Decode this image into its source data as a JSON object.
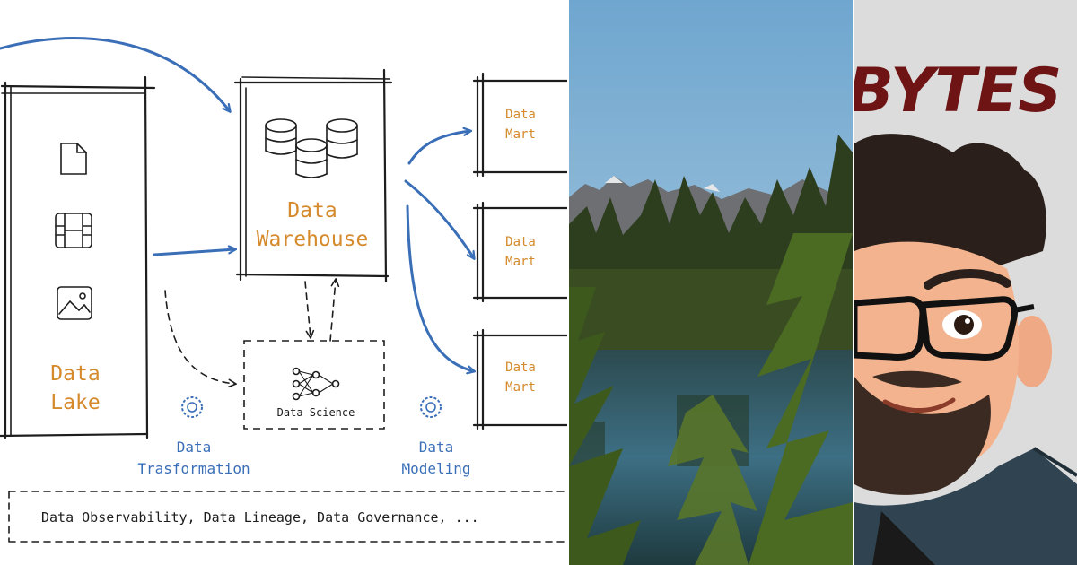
{
  "diagram": {
    "data_lake": {
      "line1": "Data",
      "line2": "Lake"
    },
    "data_warehouse": {
      "line1": "Data",
      "line2": "Warehouse"
    },
    "data_marts": [
      {
        "line1": "Data",
        "line2": "Mart"
      },
      {
        "line1": "Data",
        "line2": "Mart"
      },
      {
        "line1": "Data",
        "line2": "Mart"
      }
    ],
    "data_science": "Data Science",
    "data_transformation": {
      "line1": "Data",
      "line2": "Trasformation"
    },
    "data_modeling": {
      "line1": "Data",
      "line2": "Modeling"
    },
    "footer": "Data Observability, Data Lineage, Data Governance, ...",
    "icons": [
      "file-icon",
      "film-icon",
      "image-icon",
      "database-icon",
      "neural-network-icon",
      "gear-icon"
    ]
  },
  "avatar": {
    "brand_text": "BYTES"
  },
  "colors": {
    "orange": "#d58a2c",
    "blue": "#3a6fb8",
    "ink": "#1d1d1d",
    "brand": "#6e1414"
  }
}
